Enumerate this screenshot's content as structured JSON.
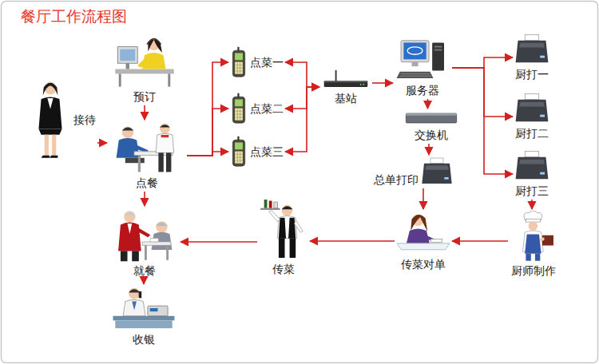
{
  "diagram": {
    "title": "餐厅工作流程图",
    "nodes": [
      {
        "text": [
          "接待"
        ]
      },
      {
        "text": [
          "预订"
        ]
      },
      {
        "text": [
          "点餐"
        ]
      },
      {
        "text": [
          "点菜一"
        ]
      },
      {
        "text": [
          "点菜二"
        ]
      },
      {
        "text": [
          "点菜三"
        ]
      },
      {
        "text": [
          "基站"
        ]
      },
      {
        "text": [
          "服务器"
        ]
      },
      {
        "text": [
          "交换机"
        ]
      },
      {
        "text": [
          "总单打印"
        ]
      },
      {
        "text": [
          "厨打一"
        ]
      },
      {
        "text": [
          "厨打二"
        ]
      },
      {
        "text": [
          "厨打三"
        ]
      },
      {
        "text": [
          "厨师制作"
        ]
      },
      {
        "text": [
          "传菜对单"
        ]
      },
      {
        "text": [
          "传菜"
        ]
      },
      {
        "text": [
          "就餐"
        ]
      },
      {
        "text": [
          "收银"
        ]
      }
    ],
    "edges": [
      {
        "from": 0,
        "to": 2,
        "arrow": "to"
      },
      {
        "from": 1,
        "to": 2,
        "arrow": "to"
      },
      {
        "from": 2,
        "to": 3,
        "arrow": "to"
      },
      {
        "from": 2,
        "to": 4,
        "arrow": "to"
      },
      {
        "from": 2,
        "to": 5,
        "arrow": "to"
      },
      {
        "from": 3,
        "to": 6,
        "arrow": "both"
      },
      {
        "from": 4,
        "to": 6,
        "arrow": "both"
      },
      {
        "from": 5,
        "to": 6,
        "arrow": "both"
      },
      {
        "from": 6,
        "to": 7,
        "arrow": "to"
      },
      {
        "from": 7,
        "to": 8,
        "arrow": "to"
      },
      {
        "from": 8,
        "to": 9,
        "arrow": "to"
      },
      {
        "from": 7,
        "to": 10,
        "arrow": "to"
      },
      {
        "from": 7,
        "to": 11,
        "arrow": "to"
      },
      {
        "from": 7,
        "to": 12,
        "arrow": "to"
      },
      {
        "from": 9,
        "to": 14,
        "arrow": "to"
      },
      {
        "from": 12,
        "to": 13,
        "arrow": "to"
      },
      {
        "from": 13,
        "to": 14,
        "arrow": "to"
      },
      {
        "from": 14,
        "to": 15,
        "arrow": "to"
      },
      {
        "from": 15,
        "to": 16,
        "arrow": "to"
      },
      {
        "from": 2,
        "to": 16,
        "arrow": "to"
      },
      {
        "from": 16,
        "to": 17,
        "arrow": "to"
      }
    ]
  }
}
